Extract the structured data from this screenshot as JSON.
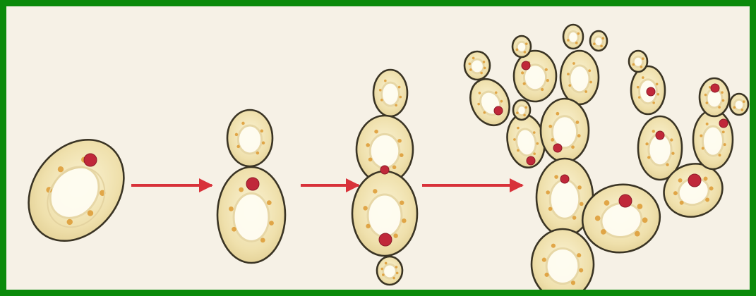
{
  "colors": {
    "frame": "#0b8a0b",
    "paper": "#f6f1e6",
    "cell_fill": "#f0e4b4",
    "cell_stroke": "#3a3424",
    "vacuole": "#fffdf2",
    "nucleus": "#c0283a",
    "granule": "#dd9a32",
    "arrow": "#d8323a"
  },
  "icons": {
    "arrow": "arrow-right-icon",
    "cell": "yeast-cell-icon"
  },
  "diagram": {
    "stages": [
      {
        "name": "single-cell",
        "cells": 1
      },
      {
        "name": "budding-cell",
        "cells": 2
      },
      {
        "name": "cell-chain",
        "cells": 4
      },
      {
        "name": "branched-colony",
        "cells": 22
      }
    ],
    "arrows": 3
  }
}
